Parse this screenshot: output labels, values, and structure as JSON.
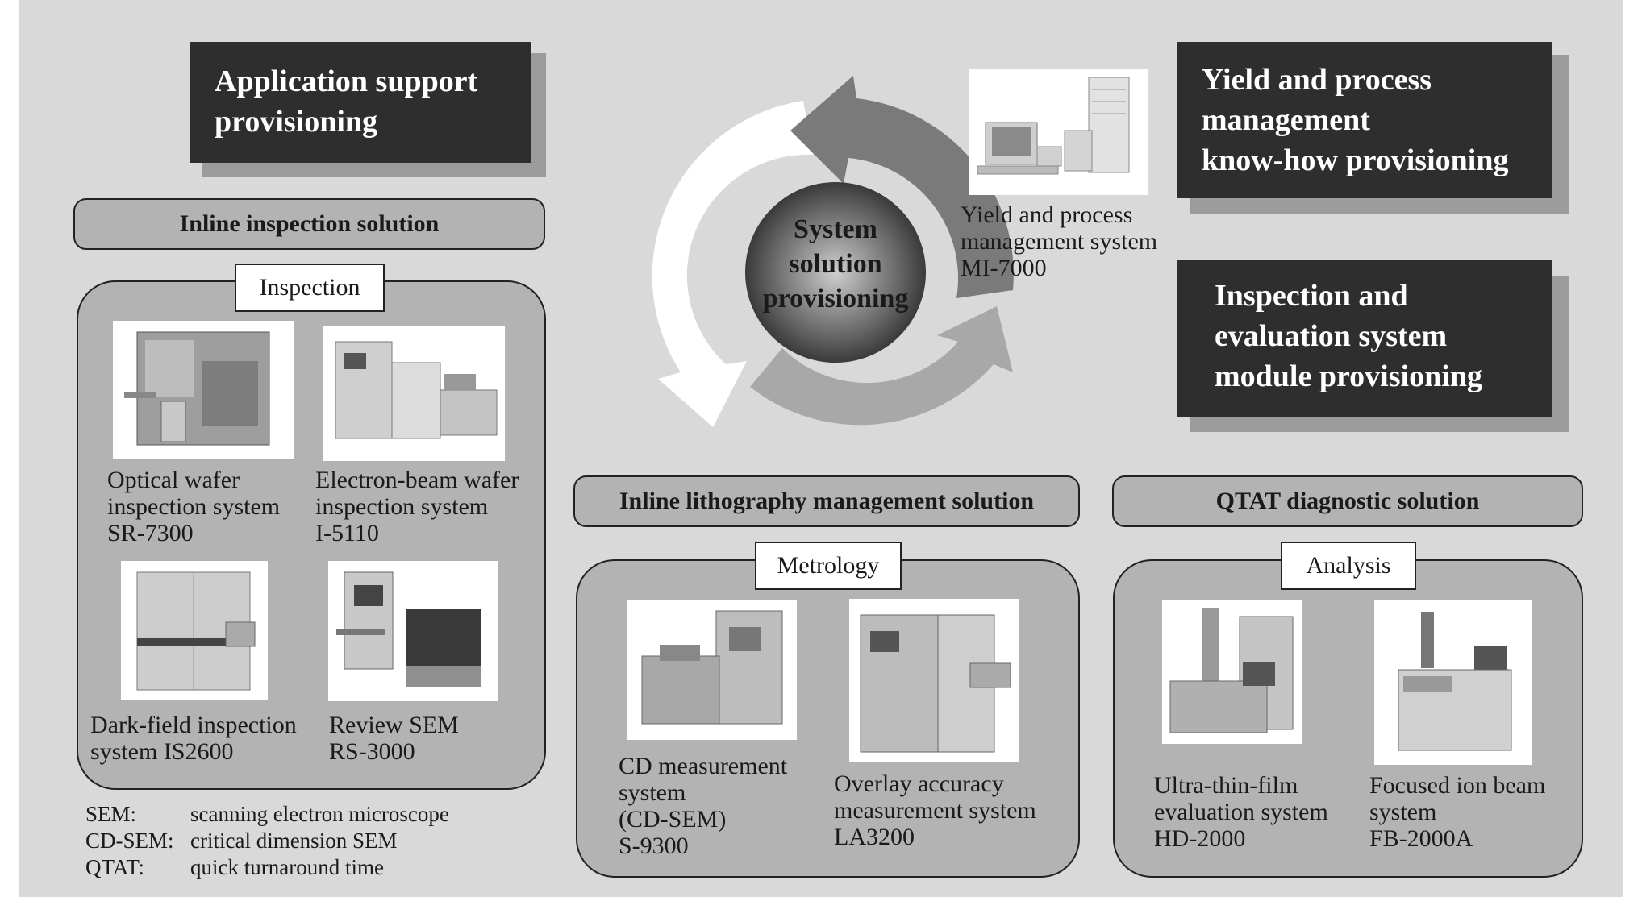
{
  "headings": {
    "app_support": [
      "Application support",
      "provisioning"
    ],
    "yield_process": [
      "Yield and process",
      "management",
      "know-how provisioning"
    ],
    "inspection_module": [
      "Inspection and",
      "evaluation system",
      "module provisioning"
    ]
  },
  "center_label": [
    "System",
    "solution",
    "provisioning"
  ],
  "yield_system_caption": [
    "Yield and process",
    "management system",
    "MI-7000"
  ],
  "solutions": {
    "inline_inspection": "Inline inspection solution",
    "inline_lithography": "Inline lithography management solution",
    "qtat": "QTAT diagnostic solution"
  },
  "tags": {
    "inspection": "Inspection",
    "metrology": "Metrology",
    "analysis": "Analysis"
  },
  "equipment": {
    "sr7300": [
      "Optical wafer",
      "inspection system",
      "SR-7300"
    ],
    "i5110": [
      "Electron-beam wafer",
      "inspection system",
      "I-5110"
    ],
    "is2600": [
      "Dark-field inspection",
      "system IS2600"
    ],
    "rs3000": [
      "Review SEM",
      "RS-3000"
    ],
    "s9300": [
      "CD measurement",
      "system",
      "(CD-SEM)",
      "S-9300"
    ],
    "la3200": [
      "Overlay accuracy",
      "measurement system",
      "LA3200"
    ],
    "hd2000": [
      "Ultra-thin-film",
      "evaluation system",
      "HD-2000"
    ],
    "fb2000a": [
      "Focused ion beam",
      "system",
      "FB-2000A"
    ]
  },
  "abbreviations": [
    {
      "term": "SEM:",
      "definition": "scanning electron microscope"
    },
    {
      "term": "CD-SEM:",
      "definition": "critical dimension SEM"
    },
    {
      "term": "QTAT:",
      "definition": "quick turnaround time"
    }
  ],
  "colors": {
    "background": "#d9d9d9",
    "dark_box": "#2e2e2e",
    "group_fill": "#b3b3b3",
    "arrow_dark": "#7a7a7a",
    "arrow_mid": "#a8a8a8",
    "arrow_light": "#ffffff"
  }
}
